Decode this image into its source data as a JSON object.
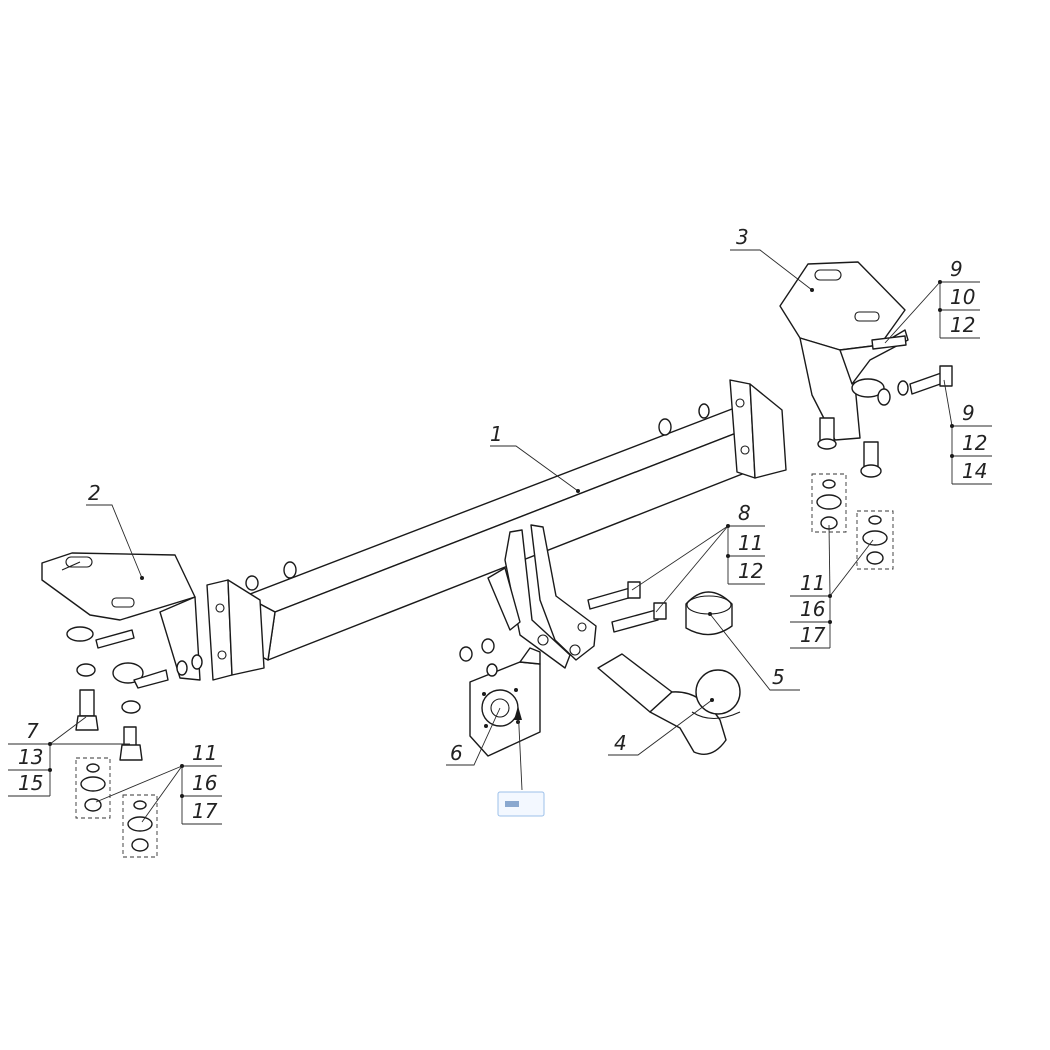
{
  "callouts": {
    "c1": "1",
    "c2": "2",
    "c3": "3",
    "c4": "4",
    "c5": "5",
    "c6": "6",
    "c7": "7",
    "c13": "13",
    "c15": "15",
    "c11a": "11",
    "c16a": "16",
    "c17a": "17",
    "c8": "8",
    "c11b": "11",
    "c12b": "12",
    "c9a": "9",
    "c10": "10",
    "c12a": "12",
    "c9b": "9",
    "c12c": "12",
    "c14": "14",
    "c11c": "11",
    "c16c": "16",
    "c17c": "17"
  },
  "colors": {
    "line": "#1a1a1a",
    "background": "#ffffff",
    "badge_border": "#9cc0ea"
  }
}
